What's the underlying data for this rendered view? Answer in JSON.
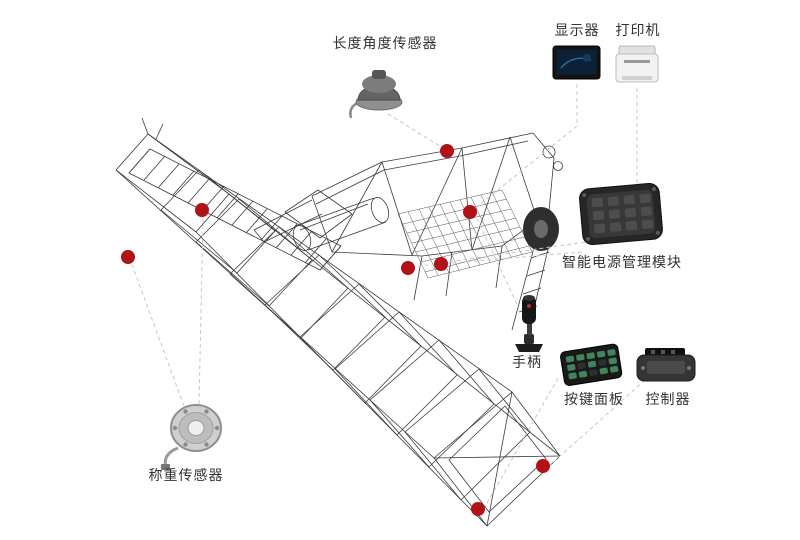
{
  "page": {
    "background": "#ffffff"
  },
  "diagram": {
    "components": {
      "length_angle_sensor": {
        "label": "长度角度传感器"
      },
      "display": {
        "label": "显示器"
      },
      "printer": {
        "label": "打印机"
      },
      "power_module": {
        "label": "智能电源管理模块"
      },
      "handle": {
        "label": "手柄"
      },
      "keypad": {
        "label": "按键面板"
      },
      "controller": {
        "label": "控制器"
      },
      "load_cell": {
        "label": "称重传感器"
      }
    },
    "markers": {
      "color": "#b01217",
      "count": 8
    },
    "colors": {
      "wireframe": "#3c3c3c",
      "connector": "#c8c8c8",
      "label_text": "#333333"
    }
  }
}
